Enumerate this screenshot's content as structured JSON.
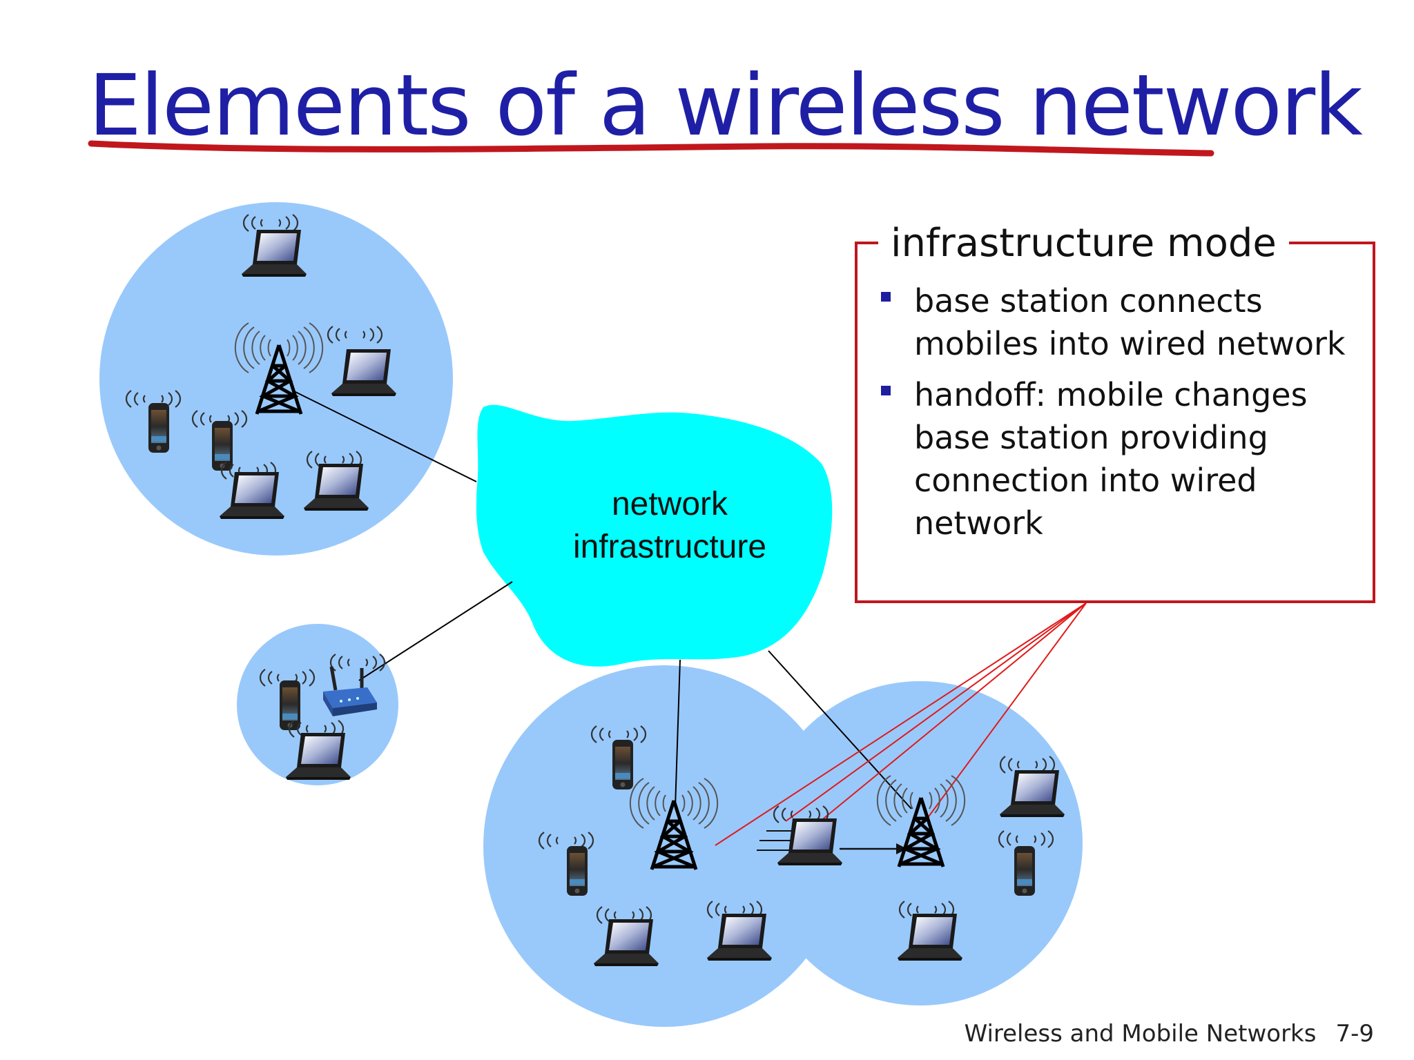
{
  "slide": {
    "title": "Elements of a wireless network",
    "cloud_label_line1": "network",
    "cloud_label_line2": "infrastructure",
    "box": {
      "heading": "infrastructure mode",
      "bullets": [
        "base station connects mobiles into wired network",
        "handoff: mobile changes base station providing connection into wired network"
      ]
    },
    "footer": {
      "course": "Wireless and Mobile Networks",
      "page": "7-9"
    }
  },
  "colors": {
    "title": "#1f1fa6",
    "underline": "#c0171d",
    "cell": "#99c9fb",
    "cloud": "#00ffff",
    "box_border": "#c0171d",
    "bullet": "#1e1e9e"
  }
}
